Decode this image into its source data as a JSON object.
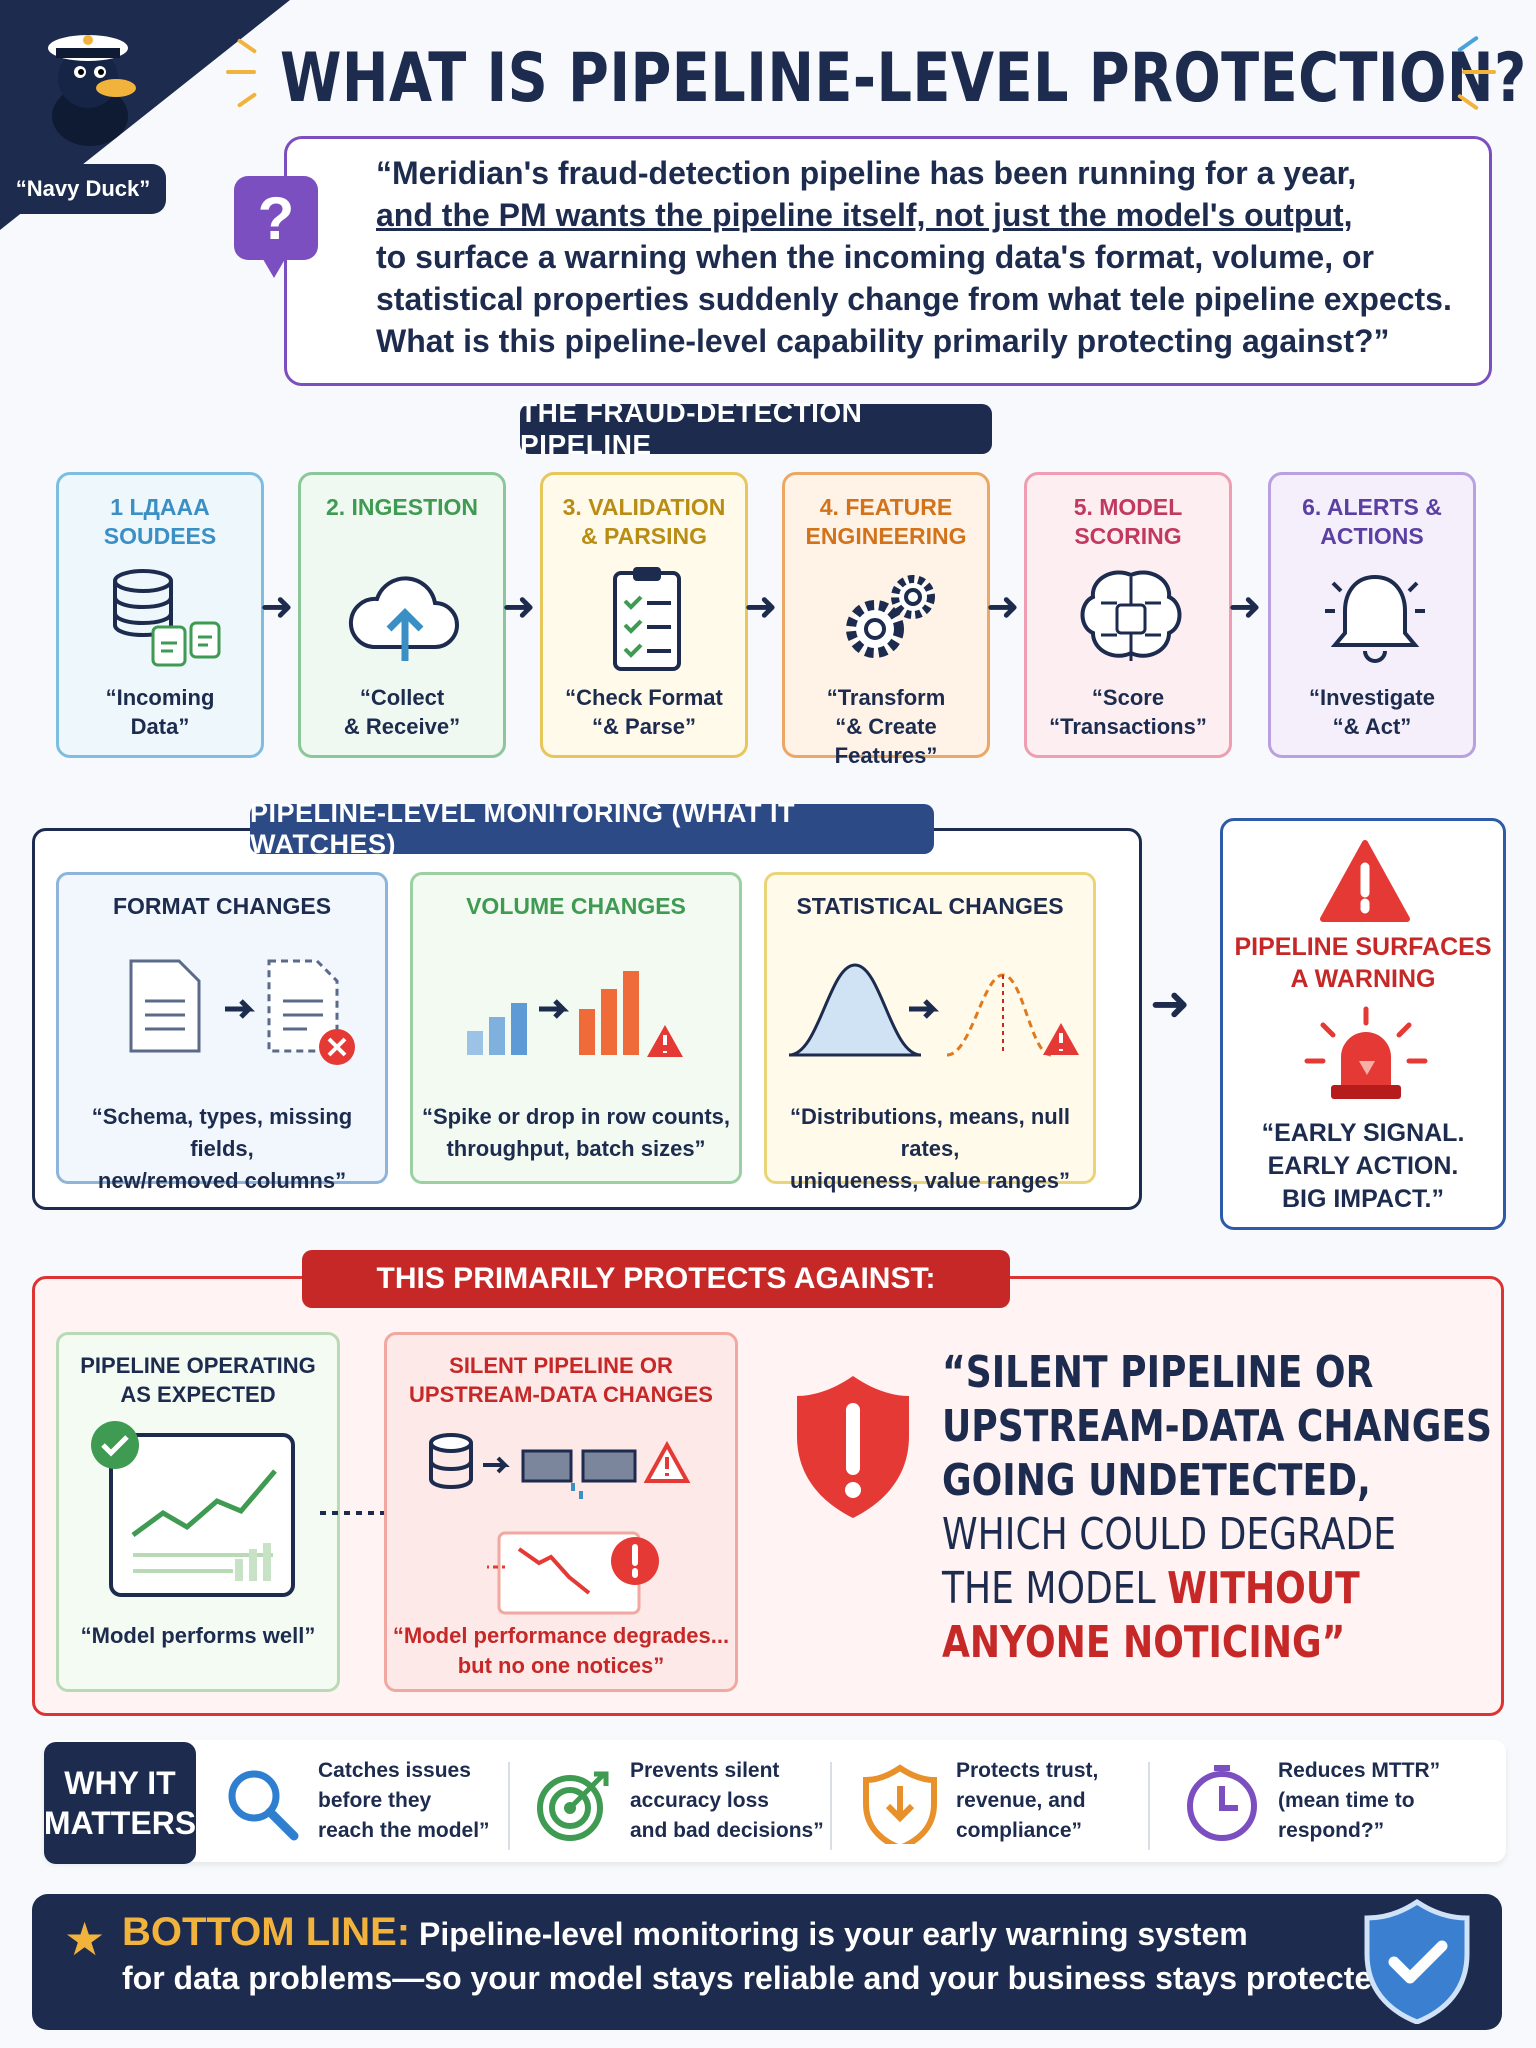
{
  "mascot": {
    "label": "“Navy Duck”"
  },
  "title": "WHAT IS PIPELINE-LEVEL PROTECTION?",
  "question": {
    "icon": "question-mark-icon",
    "lines": [
      "“Meridian's fraud-detection pipeline has been running for a year,",
      "and the PM wants the pipeline itself, not just the model's output,",
      "to surface a warning when the incoming data's format, volume, or",
      "statistical properties suddenly change from what tele pipeline expects.",
      "What is this pipeline-level capability primarily protecting against?”"
    ]
  },
  "pipeline": {
    "heading": "THE FRAUD-DETECTION PIPELINE",
    "stages": [
      {
        "title_1": "1 LДAAA",
        "title_2": "SOUDEES",
        "caption_1": "“Incoming",
        "caption_2": "Data”",
        "icon": "database-icon",
        "color": "#3a8fc4"
      },
      {
        "title_1": "2. INGESTION",
        "title_2": "",
        "caption_1": "“Collect",
        "caption_2": "& Receive”",
        "icon": "cloud-upload-icon",
        "color": "#3f9a52"
      },
      {
        "title_1": "3. VALIDATION",
        "title_2": "& PARSING",
        "caption_1": "“Check Format",
        "caption_2": "“& Parse”",
        "icon": "clipboard-check-icon",
        "color": "#b98d14"
      },
      {
        "title_1": "4. FEATURE",
        "title_2": "ENGINEERING",
        "caption_1": "“Transform",
        "caption_2": "“& Create Features”",
        "icon": "gears-icon",
        "color": "#d2731b"
      },
      {
        "title_1": "5. MODEL",
        "title_2": "SCORING",
        "caption_1": "“Score",
        "caption_2": "“Transactions”",
        "icon": "brain-chip-icon",
        "color": "#c2395e"
      },
      {
        "title_1": "6. ALERTS &",
        "title_2": "ACTIONS",
        "caption_1": "“Investigate",
        "caption_2": "“& Act”",
        "icon": "bell-icon",
        "color": "#5b3fa3"
      }
    ]
  },
  "monitoring": {
    "heading": "PIPELINE-LEVEL MONITORING (WHAT IT WATCHES)",
    "cards": [
      {
        "title": "FORMAT CHANGES",
        "caption_1": "“Schema, types, missing fields,",
        "caption_2": "new/removed columns”",
        "icon": "document-error-icon"
      },
      {
        "title": "VOLUME CHANGES",
        "caption_1": "“Spike or drop in row counts,",
        "caption_2": "throughput, batch sizes”",
        "icon": "bar-chart-warning-icon"
      },
      {
        "title": "STATISTICAL CHANGES",
        "caption_1": "“Distributions, means, null rates,",
        "caption_2": "uniqueness, value ranges”",
        "icon": "distribution-shift-icon"
      }
    ],
    "warning": {
      "title_1": "PIPELINE SURFACES",
      "title_2": "A WARNING",
      "caption_1": "“EARLY SIGNAL.",
      "caption_2": "EARLY ACTION.",
      "caption_3": "BIG IMPACT.”"
    }
  },
  "protects": {
    "heading": "THIS PRIMARILY PROTECTS AGAINST:",
    "ok_card": {
      "title_1": "PIPELINE OPERATING",
      "title_2": "AS EXPECTED",
      "caption": "“Model performs well”"
    },
    "bad_card": {
      "title_1": "SILENT PIPELINE OR",
      "title_2": "UPSTREAM-DATA CHANGES",
      "caption_1": "“Model performance degrades...",
      "caption_2": "but no one notices”"
    },
    "quote": {
      "line_1": "“SILENT PIPELINE OR",
      "line_2": "UPSTREAM-DATA CHANGES",
      "line_3": "GOING UNDETECTED,",
      "line_4": "WHICH COULD DEGRADE",
      "line_5a": "THE MODEL ",
      "line_5b": "WITHOUT",
      "line_6": "ANYONE NOTICING”"
    }
  },
  "why": {
    "label_1": "WHY IT",
    "label_2": "MATTERS",
    "items": [
      {
        "l1": "Catches issues",
        "l2": "before they",
        "l3": "reach the model”",
        "icon": "magnifier-icon"
      },
      {
        "l1": "Prevents silent",
        "l2": "accuracy loss",
        "l3": "and bad decisions”",
        "icon": "target-icon"
      },
      {
        "l1": "Protects trust,",
        "l2": "revenue, and",
        "l3": "compliance”",
        "icon": "shield-arrow-icon"
      },
      {
        "l1": "Reduces MTTR”",
        "l2": "(mean time to",
        "l3": "respond?”",
        "icon": "clock-icon"
      }
    ]
  },
  "bottom_line": {
    "label": "BOTTOM LINE:",
    "line_1": " Pipeline-level monitoring is your early warning system",
    "line_2": "for data problems—so your model stays reliable and your business stays protected.”"
  }
}
